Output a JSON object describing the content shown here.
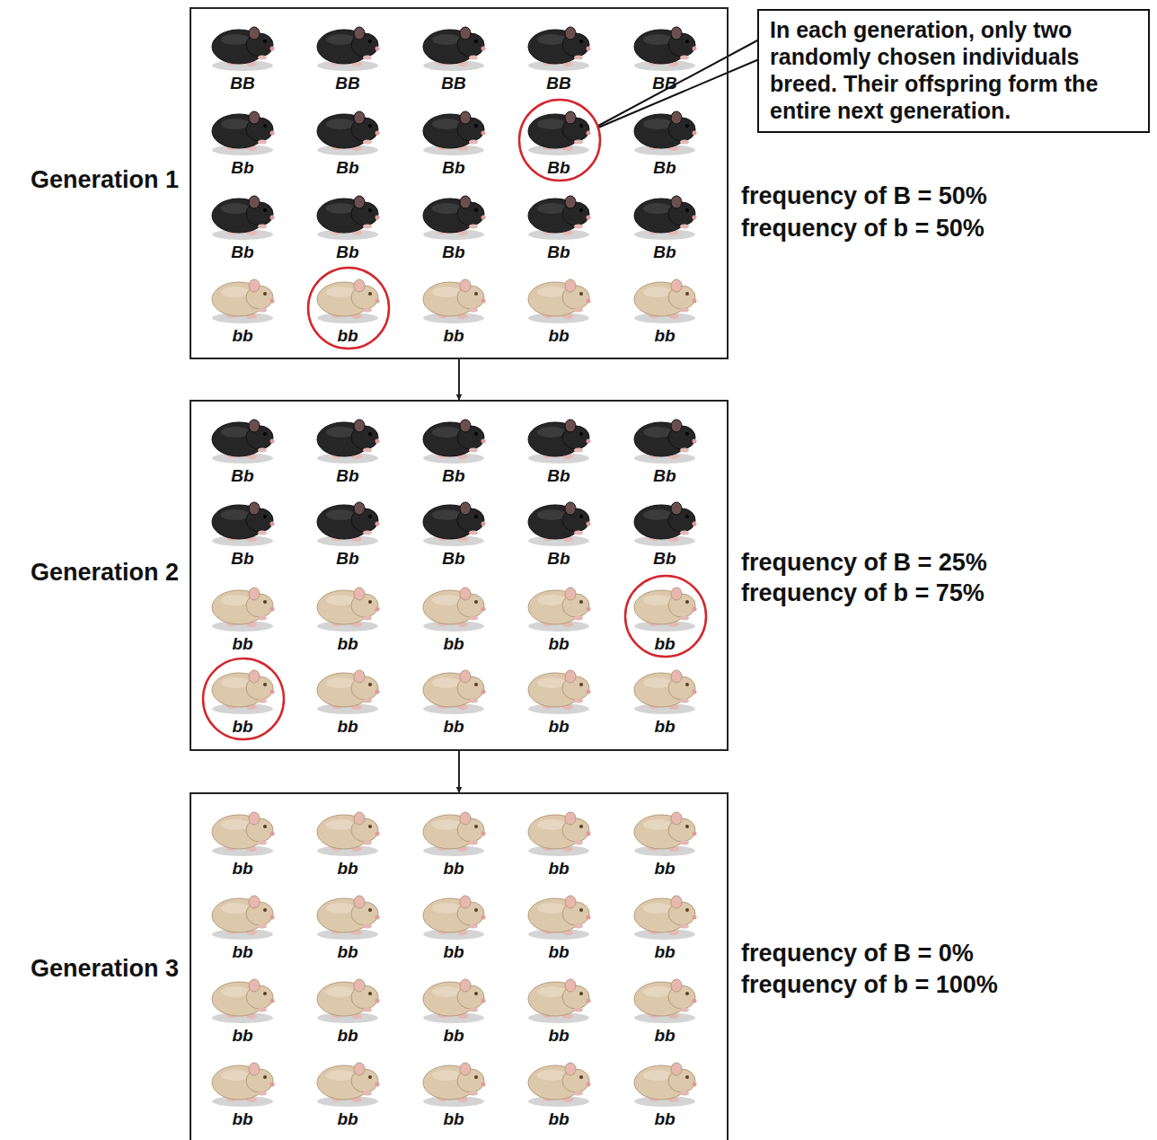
{
  "diagram": {
    "nodes": [
      {
        "text": [
          "Generation 1"
        ]
      },
      {
        "text": [
          "Generation 2"
        ]
      },
      {
        "text": [
          "Generation 3"
        ]
      },
      {
        "text": [
          "In each generation, only two randomly chosen individuals breed. Their offspring form the entire next generation."
        ]
      }
    ],
    "edges": [
      {
        "from": 0,
        "to": 1,
        "arrow": "to"
      },
      {
        "from": 1,
        "to": 2,
        "arrow": "to"
      }
    ],
    "labels": [
      "BB",
      "BB",
      "BB",
      "BB",
      "BB",
      "Bb",
      "Bb",
      "Bb",
      "Bb",
      "Bb",
      "Bb",
      "Bb",
      "Bb",
      "Bb",
      "Bb",
      "bb",
      "bb",
      "bb",
      "bb",
      "bb",
      "frequency of B = 50%",
      "frequency of b = 50%",
      "Bb",
      "Bb",
      "Bb",
      "Bb",
      "Bb",
      "Bb",
      "Bb",
      "Bb",
      "Bb",
      "Bb",
      "bb",
      "bb",
      "bb",
      "bb",
      "bb",
      "bb",
      "bb",
      "bb",
      "bb",
      "bb",
      "frequency of B = 25%",
      "frequency of b = 75%",
      "bb",
      "bb",
      "bb",
      "bb",
      "bb",
      "bb",
      "bb",
      "bb",
      "bb",
      "bb",
      "bb",
      "bb",
      "bb",
      "bb",
      "bb",
      "bb",
      "bb",
      "bb",
      "bb",
      "bb",
      "frequency of B = 0%",
      "frequency of b = 100%"
    ]
  }
}
